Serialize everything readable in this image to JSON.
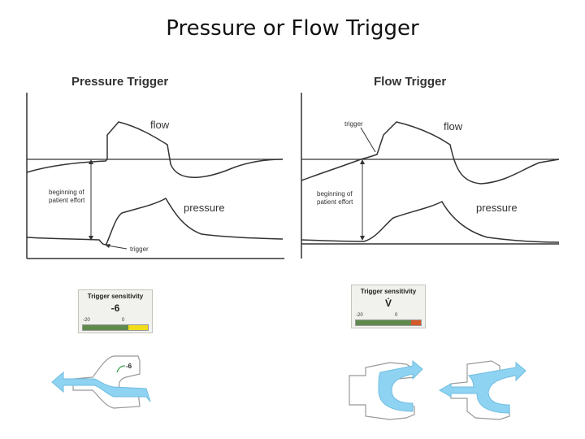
{
  "slide": {
    "title": "Pressure or Flow Trigger"
  },
  "pressure_panel": {
    "title": "Pressure Trigger",
    "flow_label": "flow",
    "pressure_label": "pressure",
    "effort_label_line1": "beginning of",
    "effort_label_line2": "patient effort",
    "trigger_label": "trigger"
  },
  "flow_panel": {
    "title": "Flow Trigger",
    "flow_label": "flow",
    "pressure_label": "pressure",
    "effort_label_line1": "beginning of",
    "effort_label_line2": "patient effort",
    "trigger_label": "trigger"
  },
  "pressure_sensitivity": {
    "title": "Trigger sensitivity",
    "value": "-6",
    "scale_min": "-20",
    "scale_zero": "0",
    "fill_fraction": 0.7,
    "color_a": "#5f8a4e",
    "color_b": "#f0dc1a"
  },
  "flow_sensitivity": {
    "title": "Trigger sensitivity",
    "value": "V̇",
    "scale_min": "-20",
    "scale_zero": "0",
    "fill_fraction": 0.85,
    "color_a": "#5f8a4e",
    "color_b": "#d45a2a"
  },
  "circuit": {
    "pressure_value": "-6",
    "tube_color": "#8fd3f2"
  }
}
